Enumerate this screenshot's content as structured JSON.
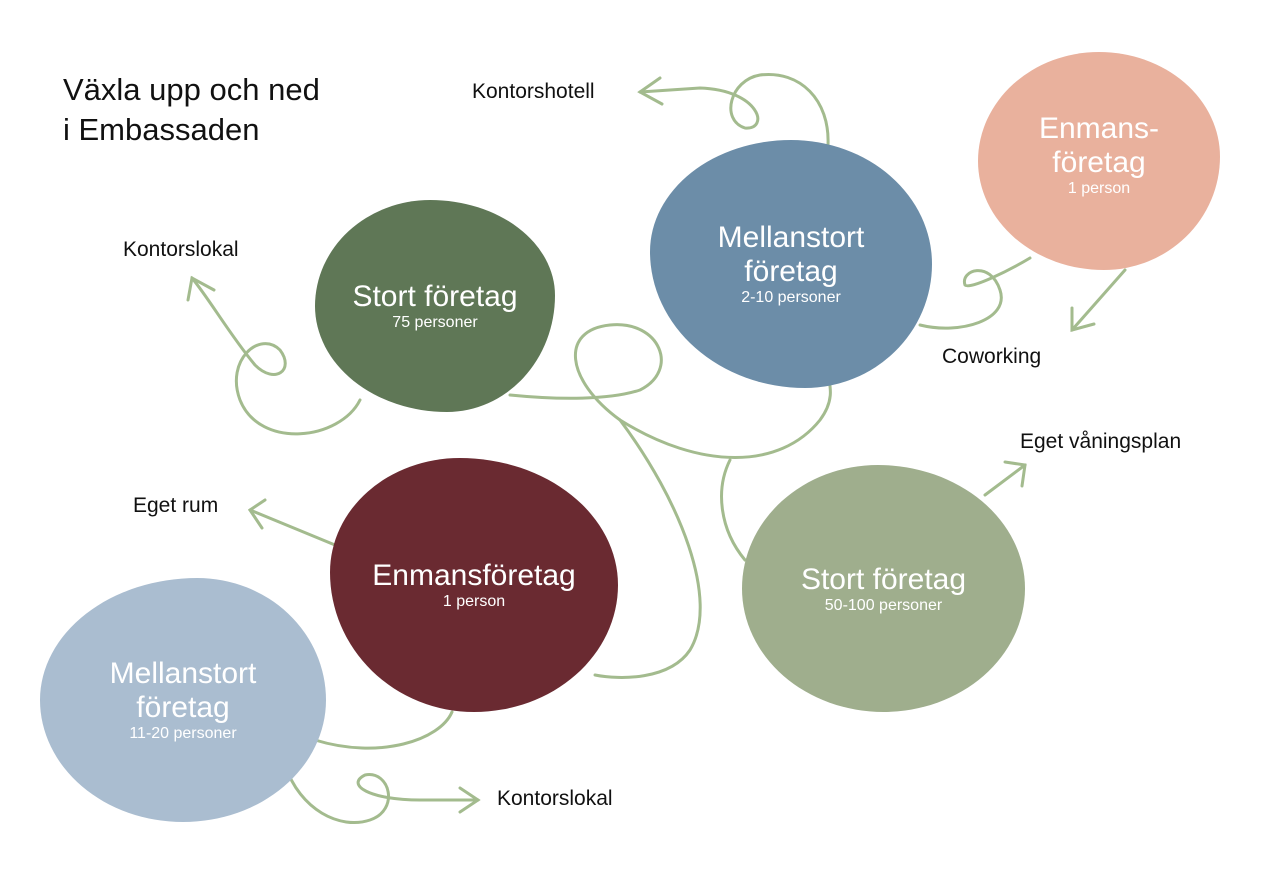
{
  "title": {
    "line1": "Växla upp och ned",
    "line2": "i Embassaden"
  },
  "blobs": [
    {
      "main": "Stort företag",
      "sub": "75 personer",
      "color": "#5f7756"
    },
    {
      "main1": "Mellanstort",
      "main2": "företag",
      "sub": "2-10 personer",
      "color": "#6c8da8"
    },
    {
      "main1": "Enmans-",
      "main2": "företag",
      "sub": "1 person",
      "color": "#e9b19d"
    },
    {
      "main": "Enmansföretag",
      "sub": "1 person",
      "color": "#6a2a31"
    },
    {
      "main1": "Mellanstort",
      "main2": "företag",
      "sub": "11-20 personer",
      "color": "#aabdd0"
    },
    {
      "main": "Stort företag",
      "sub": "50-100 personer",
      "color": "#9fae8d"
    }
  ],
  "labels": {
    "kontorshotell": "Kontorshotell",
    "kontorslokal_top": "Kontorslokal",
    "coworking": "Coworking",
    "eget_vaningsplan": "Eget våningsplan",
    "eget_rum": "Eget rum",
    "kontorslokal_bottom": "Kontorslokal"
  },
  "line_color": "#a3bb8e"
}
